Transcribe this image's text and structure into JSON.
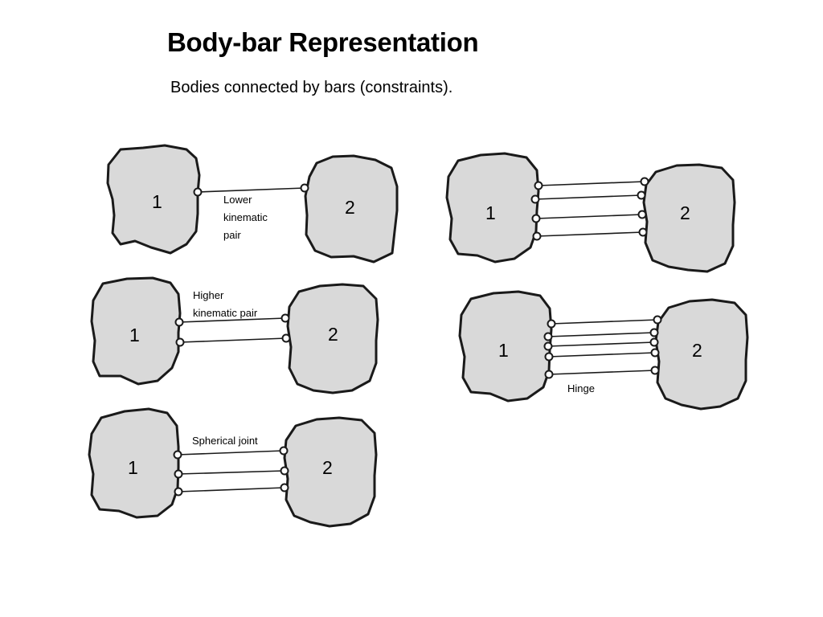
{
  "slide": {
    "title": "Body-bar Representation",
    "subtitle": "Bodies connected by bars (constraints)."
  },
  "diagrams": {
    "lower_pair": {
      "body1": "1",
      "body2": "2",
      "label_lines": [
        "Lower",
        "kinematic",
        "pair"
      ],
      "bar_count": 1
    },
    "higher_pair": {
      "body1": "1",
      "body2": "2",
      "label_lines": [
        "Higher",
        "kinematic pair"
      ],
      "bar_count": 2
    },
    "spherical": {
      "body1": "1",
      "body2": "2",
      "label_lines": [
        "Spherical joint"
      ],
      "bar_count": 3
    },
    "four_bars": {
      "body1": "1",
      "body2": "2",
      "label_lines": [],
      "bar_count": 4
    },
    "hinge": {
      "body1": "1",
      "body2": "2",
      "label_lines": [
        "Hinge"
      ],
      "bar_count": 5
    }
  },
  "colors": {
    "body_fill": "#d9d9d9",
    "outline": "#1a1a1a",
    "joint_fill": "#ffffff",
    "background": "#ffffff"
  }
}
